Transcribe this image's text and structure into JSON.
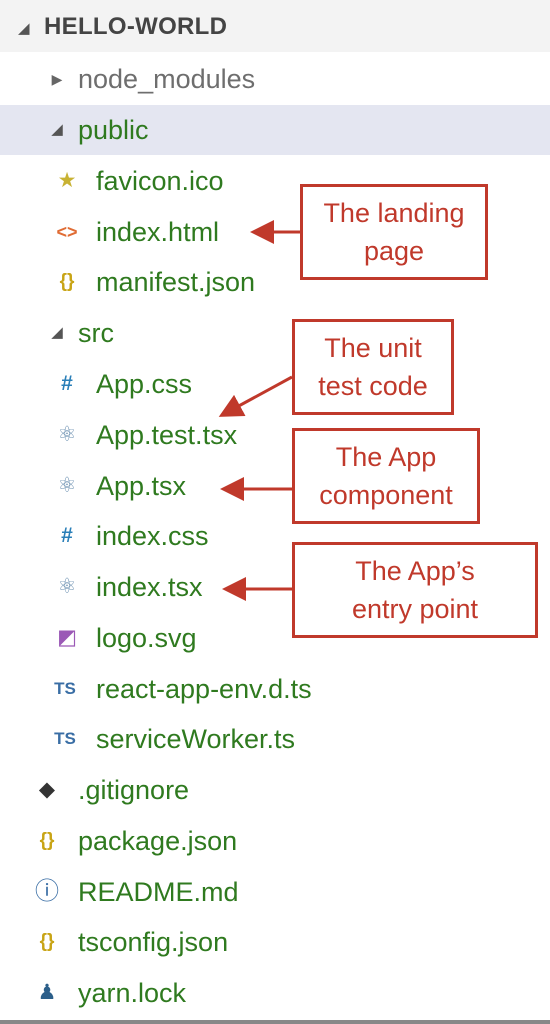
{
  "explorer": {
    "title": "HELLO-WORLD",
    "items": [
      {
        "label": "node_modules",
        "icon": "▶",
        "icon_name": "chevron-right-icon",
        "color": "#6e6e6e",
        "type": "folder"
      },
      {
        "label": "public",
        "icon": "◢",
        "icon_name": "chevron-down-icon",
        "color": "#2f7a1f",
        "type": "folder"
      },
      {
        "label": "favicon.ico",
        "icon": "★",
        "icon_name": "star-icon",
        "color": "#2f7a1f",
        "icon_color": "#c8b233"
      },
      {
        "label": "index.html",
        "icon": "<>",
        "icon_name": "html-icon",
        "color": "#2f7a1f",
        "icon_color": "#e06c34"
      },
      {
        "label": "manifest.json",
        "icon": "{}",
        "icon_name": "json-icon",
        "color": "#2f7a1f",
        "icon_color": "#c8a415"
      },
      {
        "label": "src",
        "icon": "◢",
        "icon_name": "chevron-down-icon",
        "color": "#2f7a1f",
        "type": "folder"
      },
      {
        "label": "App.css",
        "icon": "#",
        "icon_name": "css-icon",
        "color": "#2f7a1f",
        "icon_color": "#2a7fb8"
      },
      {
        "label": "App.test.tsx",
        "icon": "⚛",
        "icon_name": "react-icon",
        "color": "#2f7a1f",
        "icon_color": "#6a8fb0"
      },
      {
        "label": "App.tsx",
        "icon": "⚛",
        "icon_name": "react-icon",
        "color": "#2f7a1f",
        "icon_color": "#6a8fb0"
      },
      {
        "label": "index.css",
        "icon": "#",
        "icon_name": "css-icon",
        "color": "#2f7a1f",
        "icon_color": "#2a7fb8"
      },
      {
        "label": "index.tsx",
        "icon": "⚛",
        "icon_name": "react-icon",
        "color": "#2f7a1f",
        "icon_color": "#6a8fb0"
      },
      {
        "label": "logo.svg",
        "icon": "◩",
        "icon_name": "svg-image-icon",
        "color": "#2f7a1f",
        "icon_color": "#9b59b6"
      },
      {
        "label": "react-app-env.d.ts",
        "icon": "TS",
        "icon_name": "typescript-icon",
        "color": "#2f7a1f",
        "icon_color": "#3a6ea5"
      },
      {
        "label": "serviceWorker.ts",
        "icon": "TS",
        "icon_name": "typescript-icon",
        "color": "#2f7a1f",
        "icon_color": "#3a6ea5"
      },
      {
        "label": ".gitignore",
        "icon": "◆",
        "icon_name": "git-icon",
        "color": "#2f7a1f",
        "icon_color": "#333333"
      },
      {
        "label": "package.json",
        "icon": "{}",
        "icon_name": "json-icon",
        "color": "#2f7a1f",
        "icon_color": "#c8a415"
      },
      {
        "label": "README.md",
        "icon": "ⓘ",
        "icon_name": "info-icon",
        "color": "#2f7a1f",
        "icon_color": "#3a6ea5"
      },
      {
        "label": "tsconfig.json",
        "icon": "{}",
        "icon_name": "json-icon",
        "color": "#2f7a1f",
        "icon_color": "#c8a415"
      },
      {
        "label": "yarn.lock",
        "icon": "♟",
        "icon_name": "yarn-icon",
        "color": "#2f7a1f",
        "icon_color": "#2c5f8a"
      }
    ]
  },
  "callouts": {
    "landing": [
      "The landing",
      "page"
    ],
    "unit_test": [
      "The unit",
      "test code"
    ],
    "app_component": [
      "The App",
      "component"
    ],
    "entry_point": [
      "The App’s",
      "entry point"
    ]
  },
  "colors": {
    "accent_red": "#c0392b",
    "selected_row": "#e4e6f1",
    "file_green": "#2f7a1f"
  }
}
